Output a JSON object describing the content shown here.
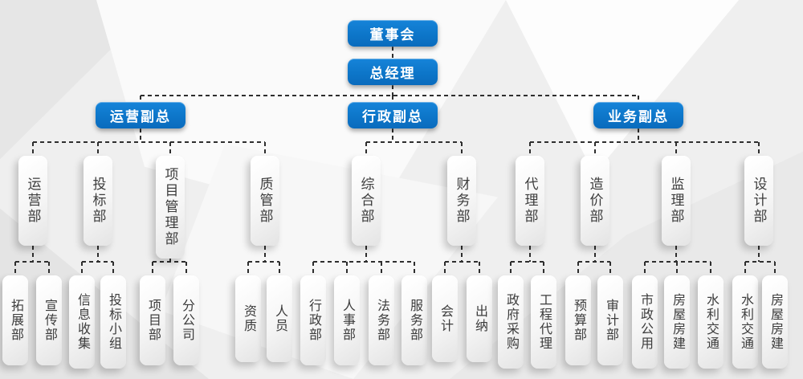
{
  "colors": {
    "accent": "#0d76c9",
    "line": "#2e2e2e",
    "background": "#efefef",
    "box_text": "#3c3c3c"
  },
  "org": {
    "root": {
      "label": "董事会"
    },
    "gm": {
      "label": "总经理"
    },
    "vps": [
      {
        "label": "运营副总",
        "depts": [
          {
            "label": "运营部",
            "children": [
              {
                "label": "拓展部"
              },
              {
                "label": "宣传部"
              }
            ]
          },
          {
            "label": "投标部",
            "children": [
              {
                "label": "信息收集"
              },
              {
                "label": "投标小组"
              }
            ]
          },
          {
            "label": "项目管理部",
            "children": [
              {
                "label": "项目部"
              },
              {
                "label": "分公司"
              }
            ]
          },
          {
            "label": "质管部",
            "children": [
              {
                "label": "资质"
              },
              {
                "label": "人员"
              }
            ]
          }
        ]
      },
      {
        "label": "行政副总",
        "depts": [
          {
            "label": "综合部",
            "children": [
              {
                "label": "行政部"
              },
              {
                "label": "人事部"
              },
              {
                "label": "法务部"
              },
              {
                "label": "服务部"
              }
            ]
          },
          {
            "label": "财务部",
            "children": [
              {
                "label": "会计"
              },
              {
                "label": "出纳"
              }
            ]
          }
        ]
      },
      {
        "label": "业务副总",
        "depts": [
          {
            "label": "代理部",
            "children": [
              {
                "label": "政府采购"
              },
              {
                "label": "工程代理"
              }
            ]
          },
          {
            "label": "造价部",
            "children": [
              {
                "label": "预算部"
              },
              {
                "label": "审计部"
              }
            ]
          },
          {
            "label": "监理部",
            "children": [
              {
                "label": "市政公用"
              },
              {
                "label": "房屋房建"
              },
              {
                "label": "水利交通"
              }
            ]
          },
          {
            "label": "设计部",
            "children": [
              {
                "label": "水利交通"
              },
              {
                "label": "房屋房建"
              }
            ]
          }
        ]
      }
    ]
  }
}
